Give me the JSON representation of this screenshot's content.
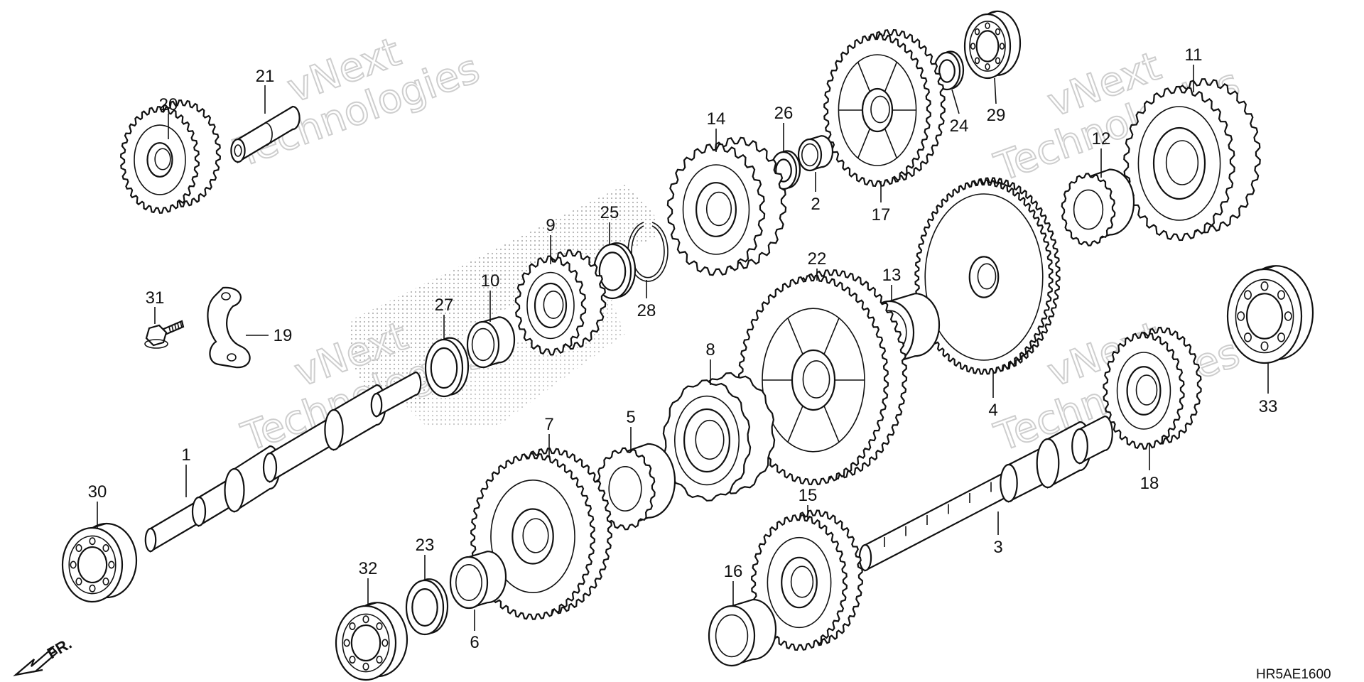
{
  "diagram": {
    "code": "HR5AE1600",
    "direction_label": "FR.",
    "watermark": {
      "line1": "vNext",
      "line2": "Technologies"
    },
    "parts": [
      {
        "label": "1",
        "shape": "shaft"
      },
      {
        "label": "2",
        "shape": "bushing"
      },
      {
        "label": "3",
        "shape": "shaft"
      },
      {
        "label": "4",
        "shape": "gear"
      },
      {
        "label": "5",
        "shape": "gear"
      },
      {
        "label": "6",
        "shape": "bearing"
      },
      {
        "label": "7",
        "shape": "gear"
      },
      {
        "label": "8",
        "shape": "gear"
      },
      {
        "label": "9",
        "shape": "gear"
      },
      {
        "label": "10",
        "shape": "bushing"
      },
      {
        "label": "11",
        "shape": "gear"
      },
      {
        "label": "12",
        "shape": "gear"
      },
      {
        "label": "13",
        "shape": "bearing"
      },
      {
        "label": "14",
        "shape": "gear"
      },
      {
        "label": "15",
        "shape": "gear"
      },
      {
        "label": "16",
        "shape": "bushing"
      },
      {
        "label": "17",
        "shape": "gear"
      },
      {
        "label": "18",
        "shape": "gear"
      },
      {
        "label": "19",
        "shape": "plate"
      },
      {
        "label": "20",
        "shape": "gear"
      },
      {
        "label": "21",
        "shape": "pin"
      },
      {
        "label": "22",
        "shape": "gear"
      },
      {
        "label": "23",
        "shape": "washer"
      },
      {
        "label": "24",
        "shape": "washer"
      },
      {
        "label": "25",
        "shape": "washer"
      },
      {
        "label": "26",
        "shape": "washer"
      },
      {
        "label": "27",
        "shape": "washer"
      },
      {
        "label": "28",
        "shape": "circlip"
      },
      {
        "label": "29",
        "shape": "ball-bearing"
      },
      {
        "label": "30",
        "shape": "ball-bearing"
      },
      {
        "label": "31",
        "shape": "bolt"
      },
      {
        "label": "32",
        "shape": "ball-bearing"
      },
      {
        "label": "33",
        "shape": "ball-bearing"
      }
    ]
  }
}
